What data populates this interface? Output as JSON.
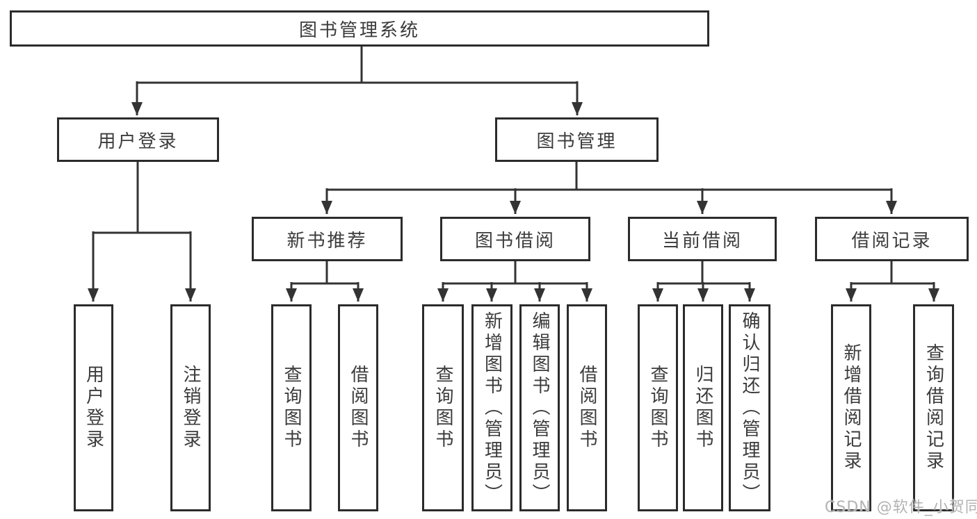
{
  "diagram": {
    "title": "图书管理系统",
    "watermark": "CSDN @软件_小贺同学",
    "colors": {
      "line": "#333333",
      "box_border": "#2b2b2b",
      "text": "#3b3b3b",
      "watermark": "#b3b3b3",
      "background": "#ffffff"
    },
    "nodes": {
      "root": {
        "label": "图书管理系统"
      },
      "user_login": {
        "label": "用户登录"
      },
      "book_mgmt": {
        "label": "图书管理"
      },
      "new_book_rec": {
        "label": "新书推荐"
      },
      "book_borrow": {
        "label": "图书借阅"
      },
      "current_borrow": {
        "label": "当前借阅"
      },
      "borrow_records": {
        "label": "借阅记录"
      },
      "leaf_user_login": {
        "label": "用户登录"
      },
      "leaf_logout": {
        "label": "注销登录"
      },
      "leaf_nb_query": {
        "label": "查询图书"
      },
      "leaf_nb_borrow": {
        "label": "借阅图书"
      },
      "leaf_bb_query": {
        "label": "查询图书"
      },
      "leaf_bb_add": {
        "label": "新增图书（管理员）"
      },
      "leaf_bb_edit": {
        "label": "编辑图书（管理员）"
      },
      "leaf_bb_borrow": {
        "label": "借阅图书"
      },
      "leaf_cb_query": {
        "label": "查询图书"
      },
      "leaf_cb_return": {
        "label": "归还图书"
      },
      "leaf_cb_confirm": {
        "label": "确认归还（管理员）"
      },
      "leaf_br_add": {
        "label": "新增借阅记录"
      },
      "leaf_br_query": {
        "label": "查询借阅记录"
      }
    }
  }
}
